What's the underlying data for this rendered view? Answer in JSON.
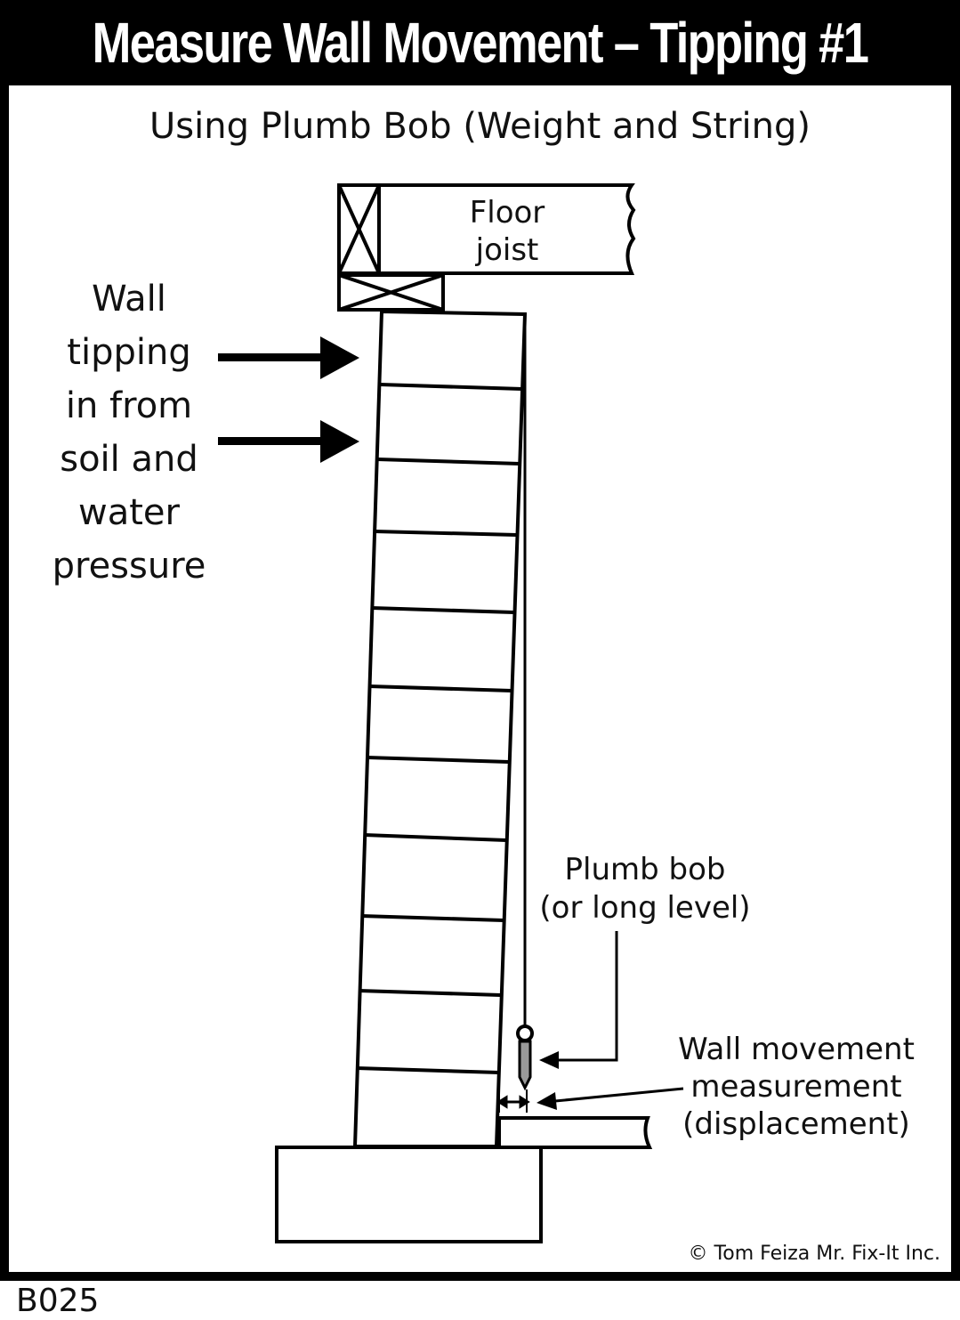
{
  "title": "Measure Wall Movement – Tipping #1",
  "subtitle": "Using Plumb Bob (Weight and String)",
  "labels": {
    "floor_joist": [
      "Floor",
      "joist"
    ],
    "wall_tipping": [
      "Wall",
      "tipping",
      "in from",
      "soil and",
      "water",
      "pressure"
    ],
    "plumb_bob": [
      "Plumb bob",
      "(or long level)"
    ],
    "wall_movement": [
      "Wall movement",
      "measurement",
      "(displacement)"
    ]
  },
  "copyright": "© Tom Feiza Mr. Fix-It Inc.",
  "code": "B025"
}
